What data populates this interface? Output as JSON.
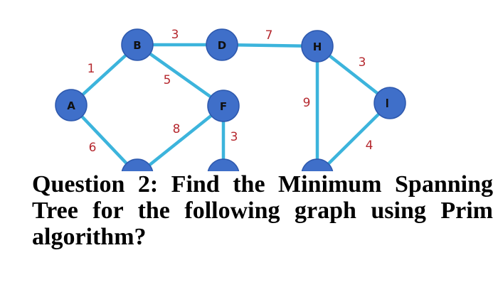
{
  "colors": {
    "node_fill": "#3f6fc9",
    "node_stroke": "#2d58ad",
    "edge": "#3cb4dc",
    "edge_label": "#b5282e",
    "node_label": "#111111",
    "text": "#000000"
  },
  "graph": {
    "nodes": [
      {
        "id": "A",
        "label": "A"
      },
      {
        "id": "B",
        "label": "B"
      },
      {
        "id": "C",
        "label": ""
      },
      {
        "id": "D",
        "label": "D"
      },
      {
        "id": "E",
        "label": ""
      },
      {
        "id": "F",
        "label": "F"
      },
      {
        "id": "H",
        "label": "H"
      },
      {
        "id": "G",
        "label": ""
      },
      {
        "id": "I",
        "label": ""
      }
    ],
    "edges": [
      {
        "from": "A",
        "to": "B",
        "weight": "1"
      },
      {
        "from": "B",
        "to": "D",
        "weight": "3"
      },
      {
        "from": "D",
        "to": "H",
        "weight": "7"
      },
      {
        "from": "B",
        "to": "F",
        "weight": "5"
      },
      {
        "from": "A",
        "to": "C",
        "weight": "6"
      },
      {
        "from": "C",
        "to": "F",
        "weight": "8"
      },
      {
        "from": "F",
        "to": "E",
        "weight": "3"
      },
      {
        "from": "H",
        "to": "G",
        "weight": "9"
      },
      {
        "from": "H",
        "to": "I",
        "weight": "3"
      },
      {
        "from": "G",
        "to": "I",
        "weight": "4"
      }
    ]
  },
  "question": "Question 2: Find the Minimum Spanning Tree for the following graph using Prim algorithm?"
}
